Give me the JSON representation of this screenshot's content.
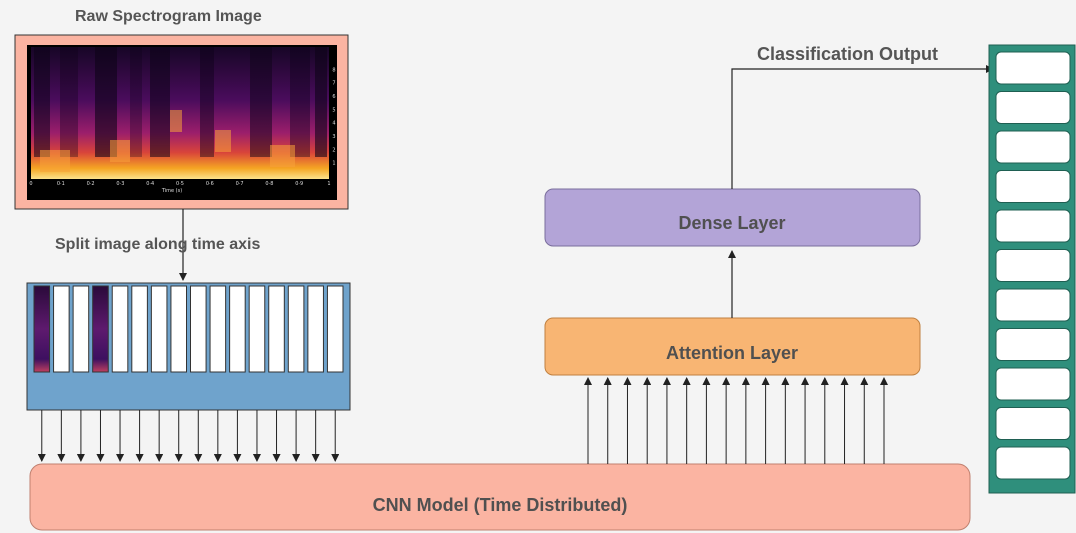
{
  "title": "Raw Spectrogram Image",
  "split_label": "Split image along time axis",
  "classification_label": "Classification Output",
  "spectrogram": {
    "x_ticks": [
      "0",
      "0·1",
      "0·2",
      "0·3",
      "0·4",
      "0·5",
      "0·6",
      "0·7",
      "0·8",
      "0·9",
      "1"
    ],
    "x_axis_label": "Time (s)",
    "y_ticks": [
      "1",
      "2",
      "3",
      "4",
      "5",
      "6",
      "7",
      "8"
    ],
    "color_low": "#15051f",
    "color_high": "#f9c236"
  },
  "nodes": {
    "cnn": "CNN Model (Time Distributed)",
    "attention": "Attention Layer",
    "dense": "Dense Layer"
  },
  "colors": {
    "salmon": "#fbb4a2",
    "salmon_border": "#c0806f",
    "orange": "#f8b573",
    "orange_border": "#c08040",
    "purple": "#b3a4d7",
    "purple_border": "#7a6e9c",
    "teal": "#2f8f7c",
    "steel_blue": "#6fa3cc"
  },
  "time_slices": 16,
  "attention_inputs": 16,
  "output_classes": 11
}
